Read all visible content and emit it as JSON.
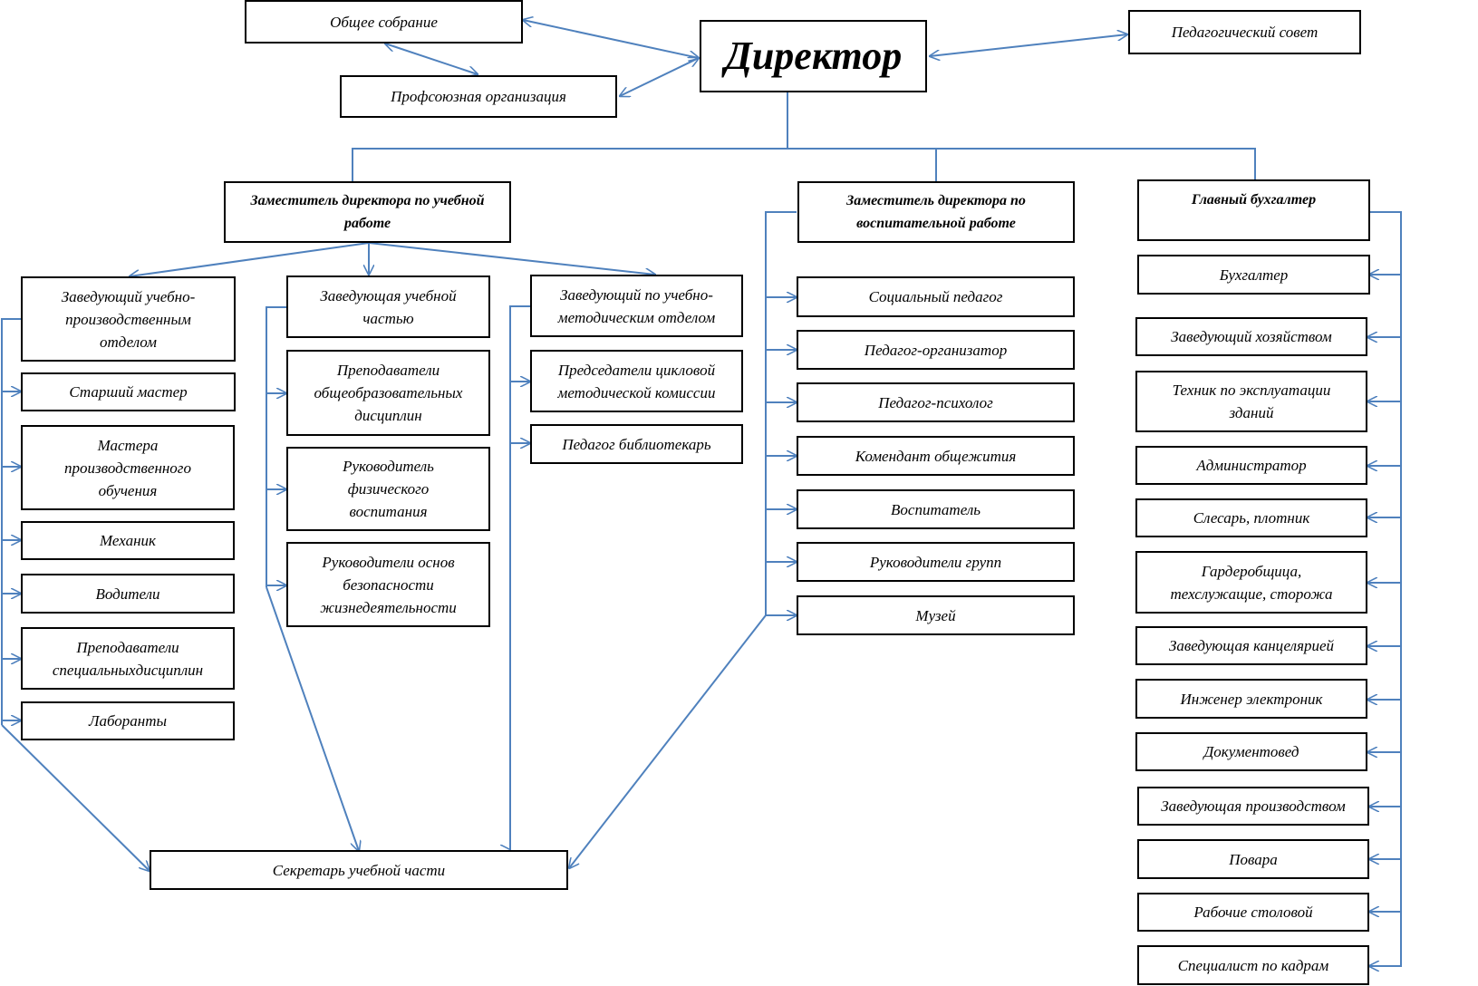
{
  "colors": {
    "connector": "#4f81bd",
    "box_border": "#000000"
  },
  "nodes": {
    "director": "Директор",
    "general_meeting": "Общее собрание",
    "trade_union": "Профсоюзная организация",
    "ped_council": "Педагогический совет",
    "dep_edu": "Заместитель директора по учебной работе",
    "dep_upbr": "Заместитель директора по воспитательной работе",
    "chief_acc": "Главный бухгалтер",
    "head_prod_dept": "Заведующий учебно-производственным отделом",
    "senior_master": "Старший мастер",
    "masters": "Мастера производственного обучения",
    "mechanic": "Механик",
    "drivers": "Водители",
    "spec_teachers": "Преподаватели специальныхдисциплин",
    "lab": "Лаборанты",
    "head_edu_part": "Заведующая учебной частью",
    "gen_teachers": "Преподаватели общеобразовательных дисциплин",
    "phys_ed": "Руководитель физического воспитания",
    "life_safety": "Руководители основ безопасности жизнедеятельности",
    "head_method": "Заведующий по учебно-методическим отделом",
    "cycle_chairs": "Председатели цикловой методической комиссии",
    "librarian": "Педагог библиотекарь",
    "secretary": "Секретарь учебной части",
    "social_ped": "Социальный педагог",
    "ped_org": "Педагог-организатор",
    "ped_psych": "Педагог-психолог",
    "dorm": "Комендант общежития",
    "educator": "Воспитатель",
    "group_leaders": "Руководители групп",
    "museum": "Музей",
    "accountant": "Бухгалтер",
    "housekeeping": "Заведующий хозяйством",
    "building_tech": "Техник по эксплуатации зданий",
    "administrator": "Администратор",
    "locksmith": "Слесарь, плотник",
    "cloakroom": "Гардеробщица, техслужащие, сторожа",
    "office_head": "Заведующая канцелярией",
    "electronics": "Инженер электроник",
    "documents": "Документовед",
    "production_head": "Заведующая производством",
    "cooks": "Повара",
    "canteen": "Рабочие столовой",
    "hr": "Специалист по кадрам"
  }
}
